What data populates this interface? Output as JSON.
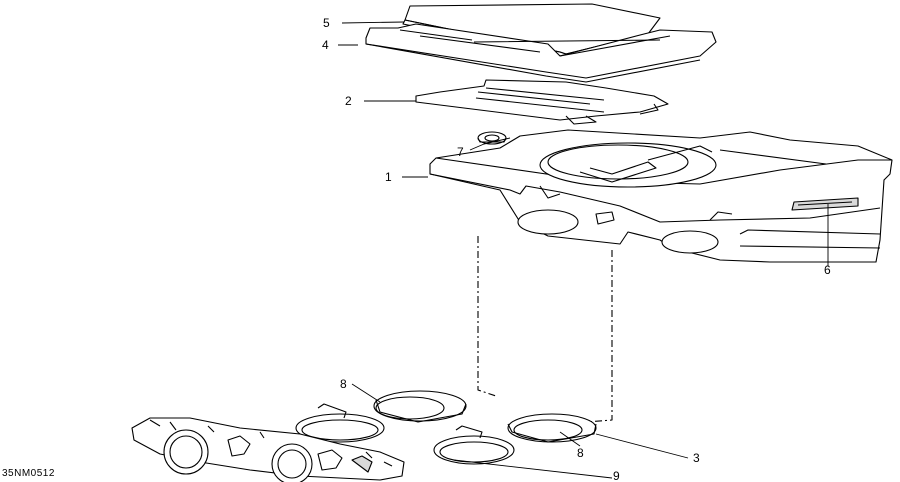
{
  "diagram": {
    "figure_code": "35NM0512",
    "callouts": [
      {
        "id": "part-5",
        "label": "5"
      },
      {
        "id": "part-4",
        "label": "4"
      },
      {
        "id": "part-2",
        "label": "2"
      },
      {
        "id": "part-7",
        "label": "7"
      },
      {
        "id": "part-1",
        "label": "1"
      },
      {
        "id": "part-6",
        "label": "6"
      },
      {
        "id": "part-8-upper",
        "label": "8"
      },
      {
        "id": "part-8-lower",
        "label": "8"
      },
      {
        "id": "part-3",
        "label": "3"
      },
      {
        "id": "part-9",
        "label": "9"
      }
    ]
  },
  "colors": {
    "line": "#000000",
    "panel_fill": "#ffffff",
    "shadow_fill": "#d9d9d9"
  }
}
